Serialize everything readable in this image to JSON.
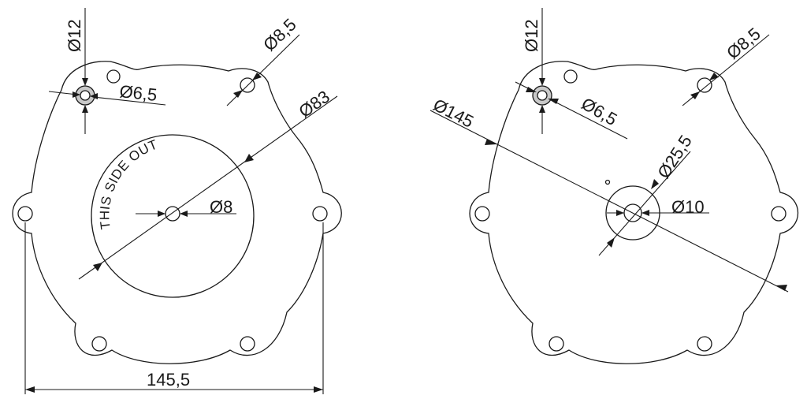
{
  "left_view": {
    "labels": {
      "d12": "Ø12",
      "d6_5": "Ø6,5",
      "d8_5": "Ø8,5",
      "d83": "Ø83",
      "d8": "Ø8",
      "width": "145,5"
    },
    "orientation_text": "THIS SIDE OUT"
  },
  "right_view": {
    "labels": {
      "d12": "Ø12",
      "d6_5": "Ø6,5",
      "d8_5": "Ø8,5",
      "d145": "Ø145",
      "d25_5": "Ø25,5",
      "d10": "Ø10"
    }
  },
  "colors": {
    "line": "#1a1a1a",
    "hole_fill": "#c9c9c9",
    "background": "#ffffff"
  }
}
